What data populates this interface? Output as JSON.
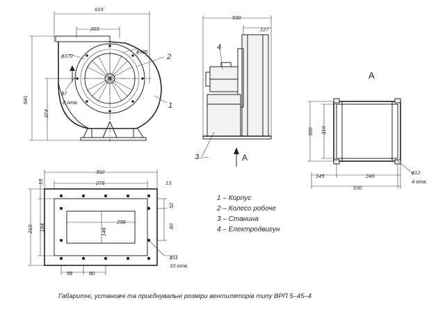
{
  "front_view": {
    "dim_width": "619",
    "dim_outlet": "203",
    "dim_height": "641",
    "dim_axis": "374",
    "dim_d370": "ϕ370",
    "dim_d336": "ϕ336",
    "dim_hole": "ϕ7",
    "dim_holes_count": "8 отв.",
    "callout_1": "1",
    "callout_2": "2"
  },
  "side_view": {
    "dim_width": "530",
    "dim_inlet": "127",
    "callout_3": "3",
    "callout_4": "4",
    "view_arrow": "A"
  },
  "view_a": {
    "title": "A",
    "dim_h360": "360",
    "dim_h310": "310",
    "dim_145": "145",
    "dim_240": "240",
    "dim_530": "530",
    "dim_hole": "ϕ12",
    "dim_holes_count": "4 отв."
  },
  "base_plan": {
    "dim_302": "302",
    "dim_276": "276",
    "dim_13_top": "13",
    "dim_13_right": "13",
    "dim_238": "238",
    "dim_210": "210",
    "dim_184": "184",
    "dim_146": "146",
    "dim_52": "52",
    "dim_80_right": "80",
    "dim_58": "58",
    "dim_80_bottom": "80",
    "dim_hole": "ϕ11",
    "dim_holes_count": "10 отв."
  },
  "legend": [
    "1 – Корпус",
    "2 – Колесо робоче",
    "3 – Станина",
    "4 – Електродвигун"
  ],
  "caption": "Габаритні, установчі та приєднувальні розміри вентиляторів типу ВРП 5–45–4"
}
